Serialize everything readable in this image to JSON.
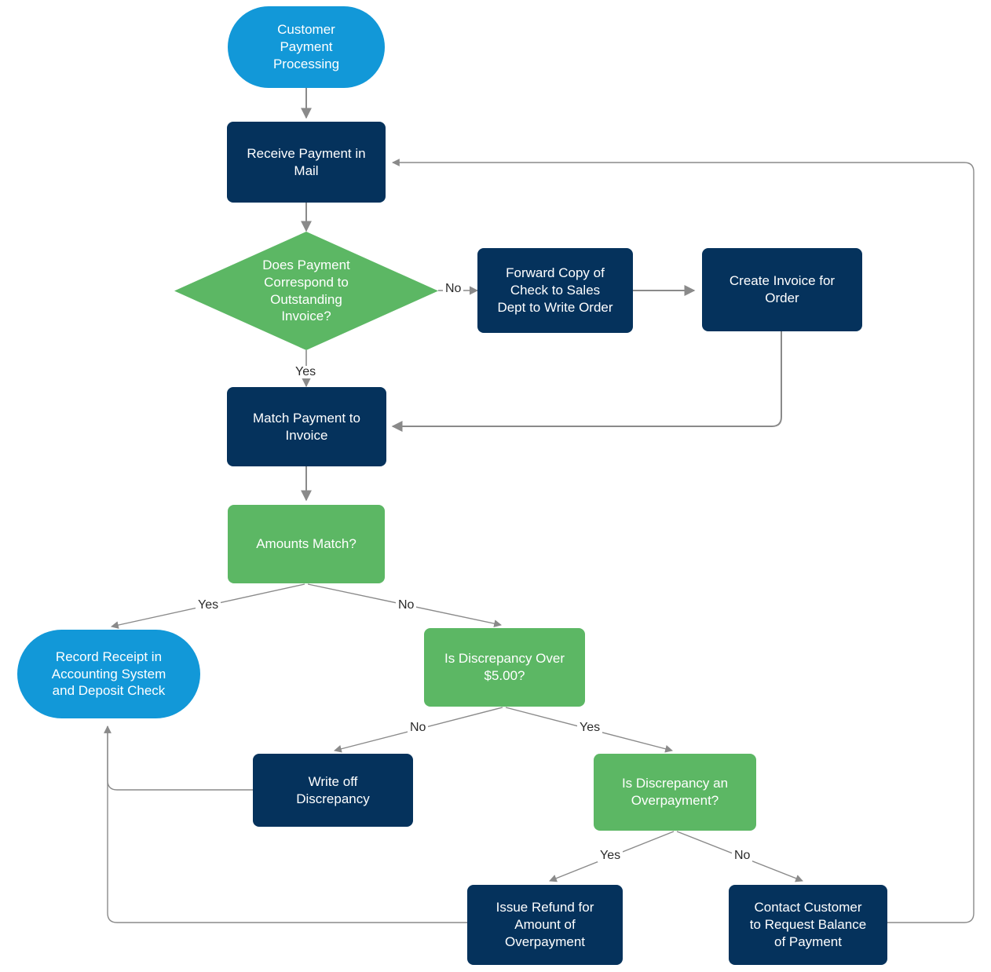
{
  "diagram": {
    "title": "Customer Payment Processing",
    "type": "flowchart",
    "colors": {
      "terminator": "#1298d8",
      "process": "#05325c",
      "decision": "#5cb764",
      "connector": "#8a8a8a",
      "text_on_shape": "#ffffff",
      "edge_label": "#2b2b2b",
      "background": "#ffffff"
    }
  },
  "nodes": {
    "start": {
      "label": "Customer\nPayment\nProcessing",
      "shape": "terminator"
    },
    "receive_payment": {
      "label": "Receive Payment in\nMail",
      "shape": "process"
    },
    "corresponds_invoice": {
      "label": "Does Payment\nCorrespond to\nOutstanding\nInvoice?",
      "shape": "diamond"
    },
    "forward_copy": {
      "label": "Forward Copy of\nCheck to Sales\nDept to Write Order",
      "shape": "process"
    },
    "create_invoice": {
      "label": "Create Invoice for\nOrder",
      "shape": "process"
    },
    "match_payment": {
      "label": "Match Payment to\nInvoice",
      "shape": "process"
    },
    "amounts_match": {
      "label": "Amounts Match?",
      "shape": "decision"
    },
    "record_receipt": {
      "label": "Record Receipt in\nAccounting System\nand Deposit Check",
      "shape": "terminator"
    },
    "discrepancy_over": {
      "label": "Is Discrepancy Over\n$5.00?",
      "shape": "decision"
    },
    "write_off": {
      "label": "Write off\nDiscrepancy",
      "shape": "process"
    },
    "is_overpayment": {
      "label": "Is Discrepancy an\nOverpayment?",
      "shape": "decision"
    },
    "issue_refund": {
      "label": "Issue Refund for\nAmount of\nOverpayment",
      "shape": "process"
    },
    "contact_customer": {
      "label": "Contact Customer\nto Request Balance\nof Payment",
      "shape": "process"
    }
  },
  "edge_labels": {
    "corresponds_no": "No",
    "corresponds_yes": "Yes",
    "amounts_yes": "Yes",
    "amounts_no": "No",
    "discrepancy_no": "No",
    "discrepancy_yes": "Yes",
    "overpayment_yes": "Yes",
    "overpayment_no": "No"
  },
  "edges": [
    {
      "from": "start",
      "to": "receive_payment",
      "label": ""
    },
    {
      "from": "receive_payment",
      "to": "corresponds_invoice",
      "label": ""
    },
    {
      "from": "corresponds_invoice",
      "to": "forward_copy",
      "label": "No"
    },
    {
      "from": "forward_copy",
      "to": "create_invoice",
      "label": ""
    },
    {
      "from": "create_invoice",
      "to": "match_payment",
      "label": ""
    },
    {
      "from": "corresponds_invoice",
      "to": "match_payment",
      "label": "Yes"
    },
    {
      "from": "match_payment",
      "to": "amounts_match",
      "label": ""
    },
    {
      "from": "amounts_match",
      "to": "record_receipt",
      "label": "Yes"
    },
    {
      "from": "amounts_match",
      "to": "discrepancy_over",
      "label": "No"
    },
    {
      "from": "discrepancy_over",
      "to": "write_off",
      "label": "No"
    },
    {
      "from": "discrepancy_over",
      "to": "is_overpayment",
      "label": "Yes"
    },
    {
      "from": "write_off",
      "to": "record_receipt",
      "label": ""
    },
    {
      "from": "is_overpayment",
      "to": "issue_refund",
      "label": "Yes"
    },
    {
      "from": "is_overpayment",
      "to": "contact_customer",
      "label": "No"
    },
    {
      "from": "issue_refund",
      "to": "record_receipt",
      "label": ""
    },
    {
      "from": "contact_customer",
      "to": "receive_payment",
      "label": ""
    }
  ]
}
